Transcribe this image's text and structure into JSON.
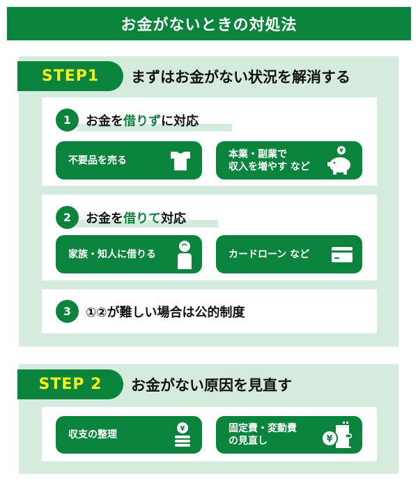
{
  "title": "お金がないときの対処法",
  "colors": {
    "brand_green": "#0a843c",
    "panel_bg": "#d4ebdd",
    "step_label": "#f5f21a"
  },
  "step1": {
    "label": "STEP1",
    "title": "まずはお金がない状況を解消する",
    "sections": [
      {
        "number": "1",
        "heading_pre": "お金を",
        "heading_hl": "借りず",
        "heading_post": "に対応",
        "buttons": [
          {
            "label": "不要品を売る",
            "icon": "t-shirt-icon"
          },
          {
            "label": "本業・副業で\n収入を増やす など",
            "icon": "piggy-bank-icon"
          }
        ]
      },
      {
        "number": "2",
        "heading_pre": "お金を",
        "heading_hl": "借りて",
        "heading_post": "対応",
        "buttons": [
          {
            "label": "家族・知人に借りる",
            "icon": "person-icon"
          },
          {
            "label": "カードローン など",
            "icon": "credit-card-icon"
          }
        ]
      },
      {
        "number": "3",
        "heading_pre": "①②が難しい場合は公的制度"
      }
    ]
  },
  "step2": {
    "label": "STEP 2",
    "title": "お金がない原因を見直す",
    "buttons": [
      {
        "label": "収支の整理",
        "icon": "coin-stack-yen-icon"
      },
      {
        "label": "固定費・変動費\nの見直し",
        "icon": "wallet-yen-icon"
      }
    ]
  }
}
